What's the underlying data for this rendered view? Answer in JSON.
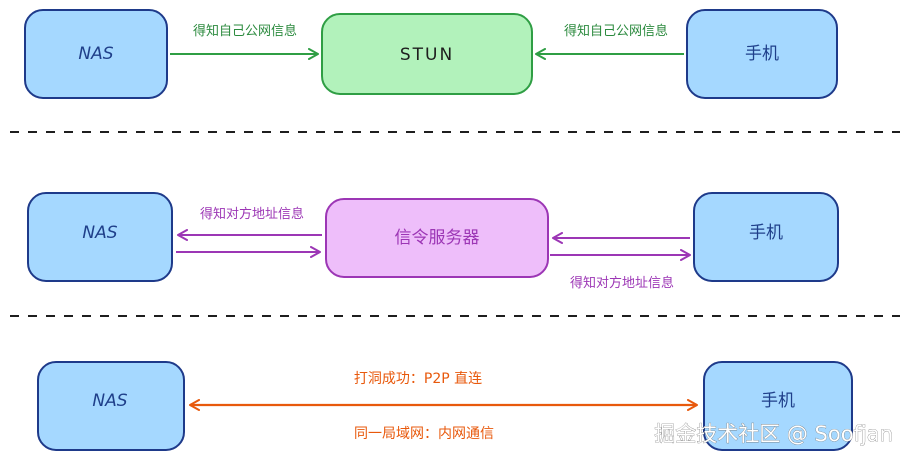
{
  "colors": {
    "blue_fill": "#a5d8ff",
    "blue_stroke": "#1e3a8a",
    "green_fill": "#b2f2bb",
    "green_stroke": "#2f9e44",
    "purple_fill": "#eebefa",
    "purple_stroke": "#9c36b5",
    "orange": "#e8590c",
    "divider": "#1e1e1e"
  },
  "section1": {
    "nas": "NAS",
    "stun": "STUN",
    "phone": "手机",
    "label_left": "得知自己公网信息",
    "label_right": "得知自己公网信息"
  },
  "section2": {
    "nas": "NAS",
    "signal_server": "信令服务器",
    "phone": "手机",
    "label_top": "得知对方地址信息",
    "label_bottom": "得知对方地址信息"
  },
  "section3": {
    "nas": "NAS",
    "phone": "手机",
    "label_top": "打洞成功：P2P 直连",
    "label_bottom": "同一局域网：内网通信"
  },
  "watermark": "掘金技术社区 @ Soofjan"
}
